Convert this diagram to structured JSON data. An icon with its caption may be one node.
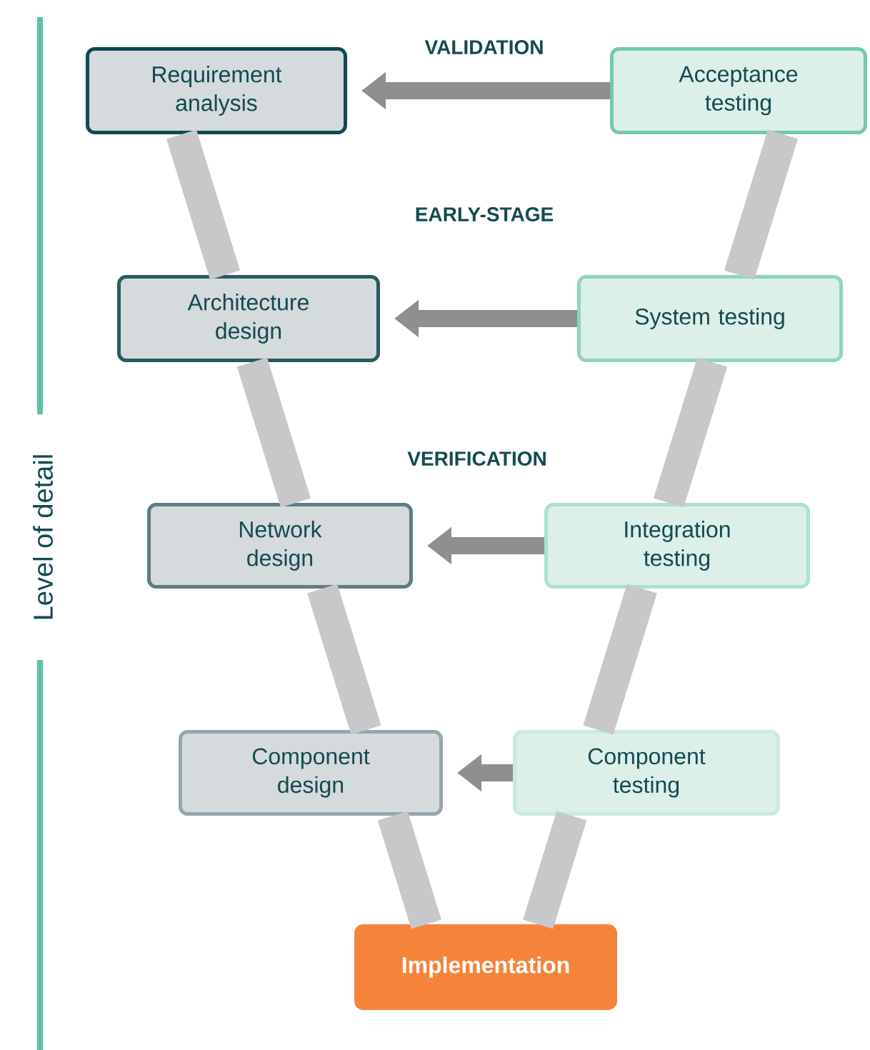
{
  "diagram": {
    "nodes": [
      {
        "text": [
          "Requirement analysis"
        ]
      },
      {
        "text": [
          "Acceptance testing"
        ]
      },
      {
        "text": [
          "Architecture design"
        ]
      },
      {
        "text": [
          "System testing"
        ]
      },
      {
        "text": [
          "Network design"
        ]
      },
      {
        "text": [
          "Integration testing"
        ]
      },
      {
        "text": [
          "Component design"
        ]
      },
      {
        "text": [
          "Component testing"
        ]
      },
      {
        "text": [
          "Implementation"
        ]
      }
    ],
    "edges": [
      {
        "from": 1,
        "to": 0,
        "arrow": "to",
        "color": "#8e8f91"
      },
      {
        "from": 3,
        "to": 2,
        "arrow": "to",
        "color": "#8e8f91"
      },
      {
        "from": 5,
        "to": 4,
        "arrow": "to",
        "color": "#8e8f91"
      },
      {
        "from": 7,
        "to": 6,
        "arrow": "to",
        "color": "#8e8f91"
      },
      {
        "from": 0,
        "to": 2,
        "arrow": "none"
      },
      {
        "from": 2,
        "to": 4,
        "arrow": "none"
      },
      {
        "from": 4,
        "to": 6,
        "arrow": "none"
      },
      {
        "from": 6,
        "to": 8,
        "arrow": "none"
      },
      {
        "from": 8,
        "to": 7,
        "arrow": "none"
      },
      {
        "from": 7,
        "to": 5,
        "arrow": "none"
      },
      {
        "from": 5,
        "to": 3,
        "arrow": "none"
      },
      {
        "from": 3,
        "to": 1,
        "arrow": "none"
      }
    ],
    "labels": [
      "VALIDATION",
      "EARLY-STAGE",
      "VERIFICATION",
      "Level of detail"
    ]
  }
}
